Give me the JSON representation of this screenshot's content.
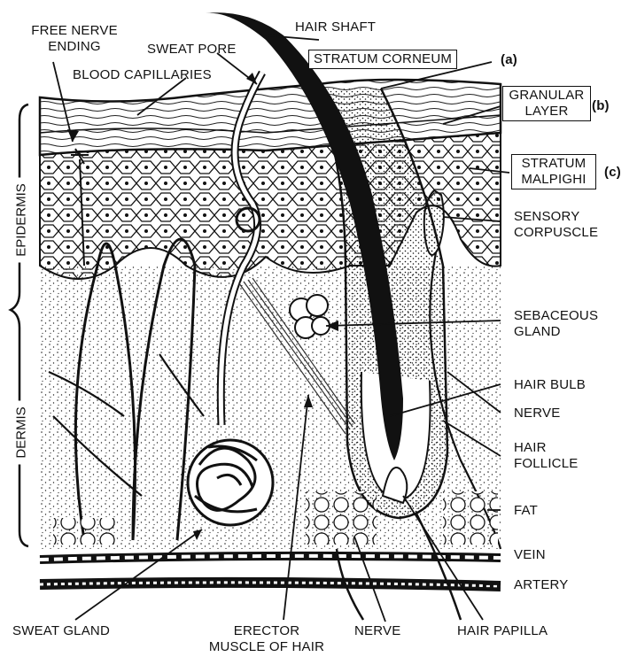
{
  "labels": {
    "free_nerve_ending_1": "FREE NERVE",
    "free_nerve_ending_2": "ENDING",
    "sweat_pore": "SWEAT PORE",
    "hair_shaft": "HAIR SHAFT",
    "blood_capillaries": "BLOOD CAPILLARIES",
    "stratum_corneum": "STRATUM CORNEUM",
    "marker_a": "(a)",
    "granular_layer_1": "GRANULAR",
    "granular_layer_2": "LAYER",
    "marker_b": "(b)",
    "stratum_malpighi_1": "STRATUM",
    "stratum_malpighi_2": "MALPIGHI",
    "marker_c": "(c)",
    "sensory_corpuscle_1": "SENSORY",
    "sensory_corpuscle_2": "CORPUSCLE",
    "sebaceous_gland_1": "SEBACEOUS",
    "sebaceous_gland_2": "GLAND",
    "hair_bulb": "HAIR BULB",
    "nerve_right": "NERVE",
    "hair_follicle_1": "HAIR",
    "hair_follicle_2": "FOLLICLE",
    "fat": "FAT",
    "vein": "VEIN",
    "artery": "ARTERY",
    "sweat_gland": "SWEAT GLAND",
    "erector_muscle_1": "ERECTOR",
    "erector_muscle_2": "MUSCLE OF HAIR",
    "nerve_bottom": "NERVE",
    "hair_papilla": "HAIR PAPILLA",
    "epidermis": "EPIDERMIS",
    "dermis": "DERMIS"
  }
}
